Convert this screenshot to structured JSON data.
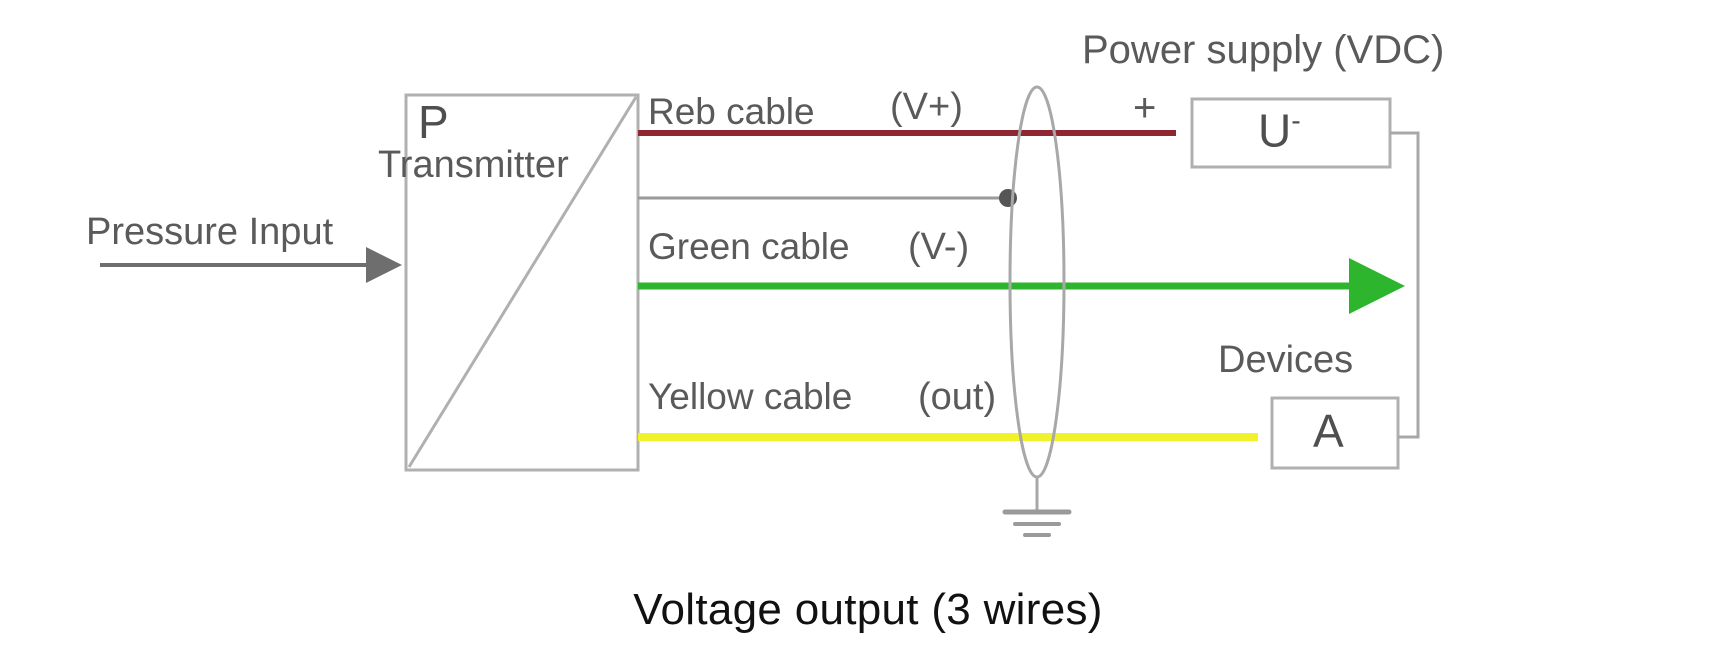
{
  "diagram": {
    "title": "Voltage output (3 wires)",
    "input_label": "Pressure Input",
    "transmitter": {
      "symbol": "P",
      "label": "Transmitter"
    },
    "cables": [
      {
        "name": "red-cable",
        "label": "Reb cable",
        "polarity": "(V+)",
        "color": "#8f2733"
      },
      {
        "name": "green-cable",
        "label": "Green cable",
        "polarity": "(V-)",
        "color": "#2db52d"
      },
      {
        "name": "yellow-cable",
        "label": "Yellow cable",
        "polarity": "(out)",
        "color": "#f2f22a"
      }
    ],
    "power_supply": {
      "label": "Power supply (VDC)",
      "terminal_plus": "+",
      "box_symbol": "U",
      "box_superscript": "-"
    },
    "devices": {
      "label": "Devices",
      "box_symbol": "A"
    },
    "shield": {
      "name": "cable-shield",
      "ground_label": ""
    },
    "colors": {
      "wire_grey": "#9a9a9a",
      "box_stroke": "#b0b0b0",
      "text": "#5a5a5a",
      "title": "#111111"
    }
  }
}
